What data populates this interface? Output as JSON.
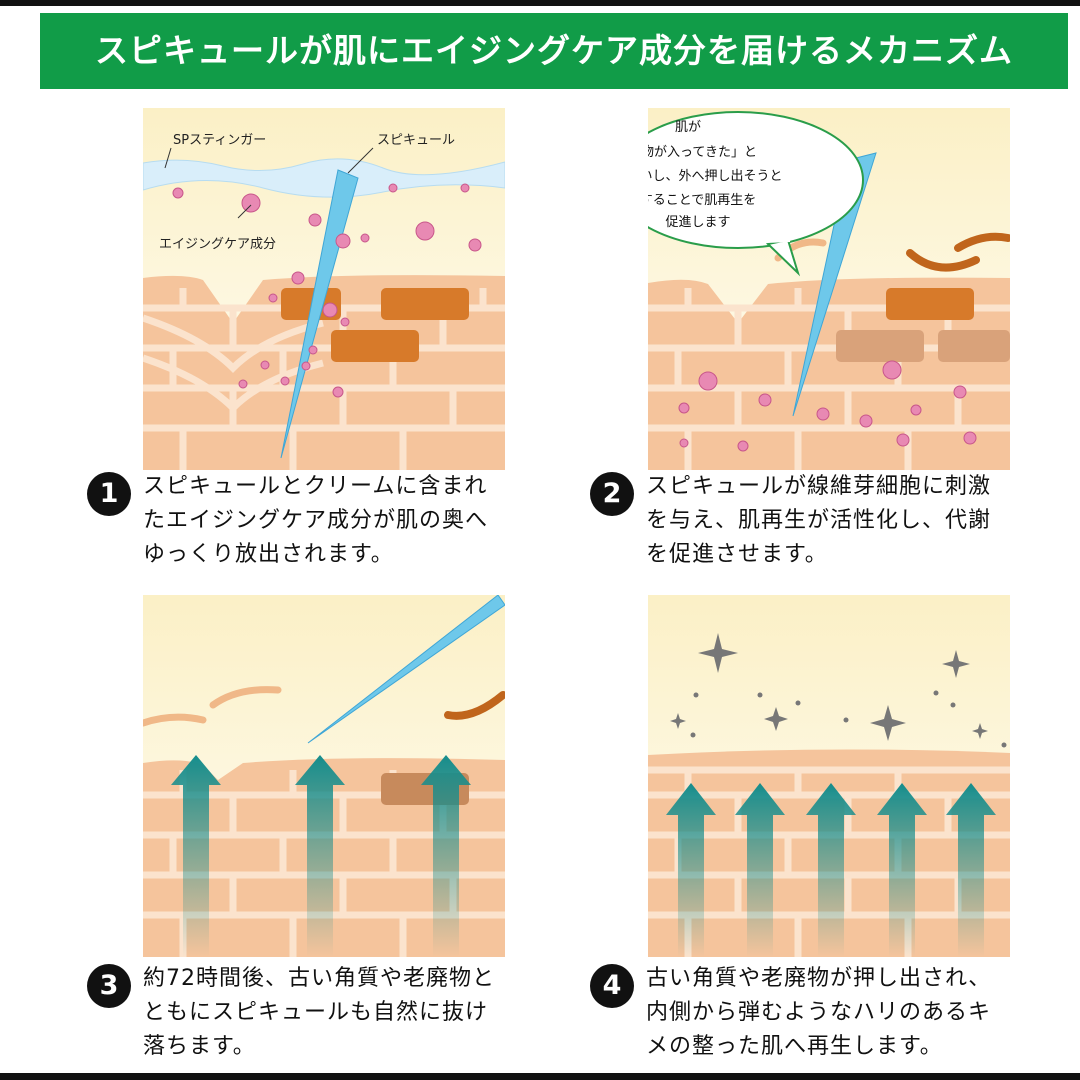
{
  "title": "スピキュールが肌にエイジングケア成分を届けるメカニズム",
  "colors": {
    "banner_green": "#119c48",
    "skin": "#f5c49c",
    "skin_light": "#fbe3cd",
    "brick_dark": "#d77a2a",
    "spicule": "#6ec8ea",
    "particle": "#e889b3",
    "arrow_teal": "#168d8c",
    "bubble_border": "#2a9d4a"
  },
  "panel1": {
    "label_sp": "SPスティンガー",
    "label_spicule": "スピキュール",
    "label_aging": "エイジングケア成分"
  },
  "panel2": {
    "bubble_lines": [
      "肌が",
      "「異物が入ってきた」と",
      "勘違いし、外へ押し出そうと",
      "することで肌再生を",
      "促進します"
    ]
  },
  "steps": [
    {
      "num": "1",
      "text": "スピキュールとクリームに含まれたエイジングケア成分が肌の奥へゆっくり放出されます。"
    },
    {
      "num": "2",
      "text": "スピキュールが線維芽細胞に刺激を与え、肌再生が活性化し、代謝を促進させます。"
    },
    {
      "num": "3",
      "text": "約72時間後、古い角質や老廃物とともにスピキュールも自然に抜け落ちます。"
    },
    {
      "num": "4",
      "text": "古い角質や老廃物が押し出され、内側から弾むようなハリのあるキメの整った肌へ再生します。"
    }
  ]
}
